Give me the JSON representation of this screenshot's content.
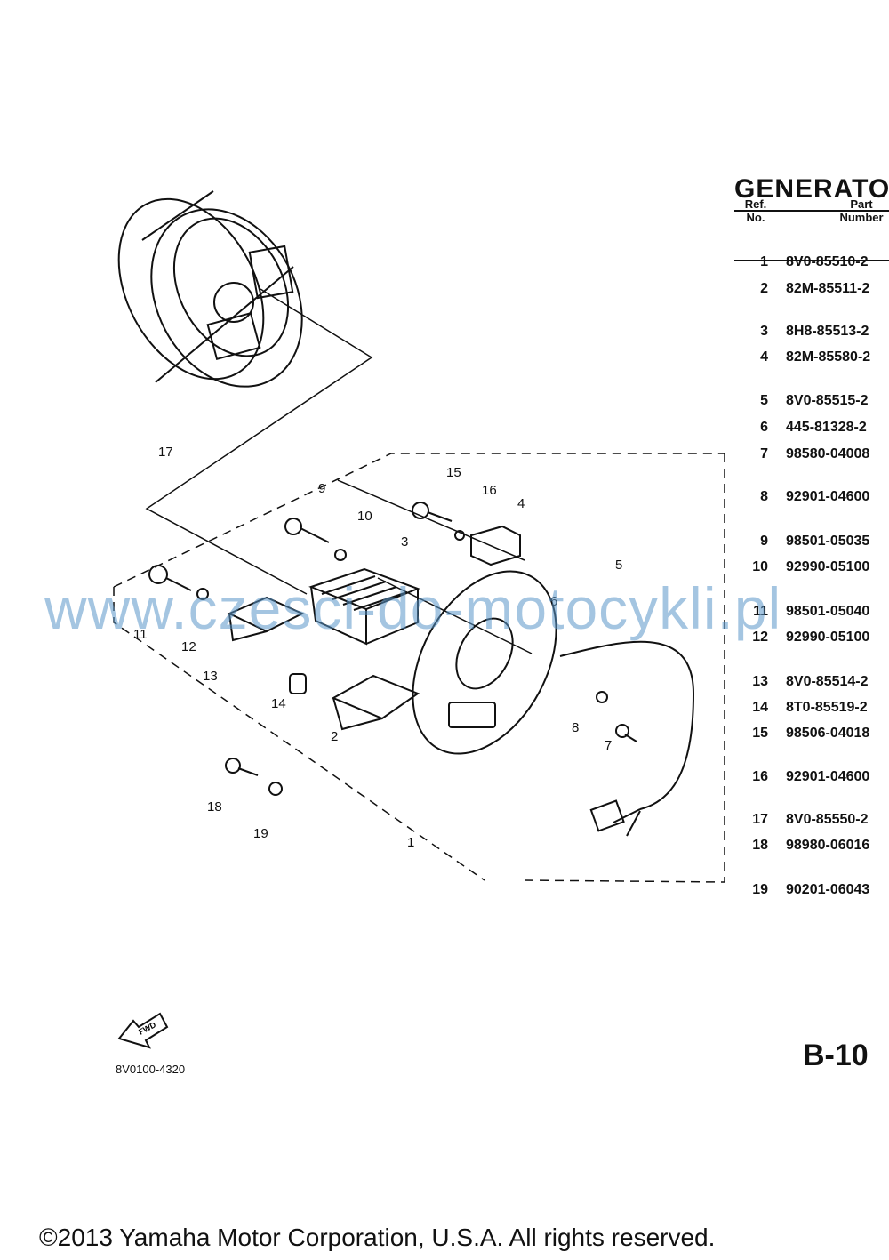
{
  "section_title": "GENERATO",
  "table": {
    "header_ref": [
      "Ref.",
      "No."
    ],
    "header_part": [
      "Part",
      "Number"
    ],
    "rows": [
      {
        "ref": "1",
        "part": "8V0-85510-2"
      },
      {
        "ref": "2",
        "part": "82M-85511-2"
      },
      {
        "ref": "3",
        "part": "8H8-85513-2"
      },
      {
        "ref": "4",
        "part": "82M-85580-2"
      },
      {
        "ref": "5",
        "part": "8V0-85515-2"
      },
      {
        "ref": "6",
        "part": "445-81328-2"
      },
      {
        "ref": "7",
        "part": "98580-04008"
      },
      {
        "ref": "8",
        "part": "92901-04600"
      },
      {
        "ref": "9",
        "part": "98501-05035"
      },
      {
        "ref": "10",
        "part": "92990-05100"
      },
      {
        "ref": "11",
        "part": "98501-05040"
      },
      {
        "ref": "12",
        "part": "92990-05100"
      },
      {
        "ref": "13",
        "part": "8V0-85514-2"
      },
      {
        "ref": "14",
        "part": "8T0-85519-2"
      },
      {
        "ref": "15",
        "part": "98506-04018"
      },
      {
        "ref": "16",
        "part": "92901-04600"
      },
      {
        "ref": "17",
        "part": "8V0-85550-2"
      },
      {
        "ref": "18",
        "part": "98980-06016"
      },
      {
        "ref": "19",
        "part": "90201-06043"
      }
    ]
  },
  "callouts": [
    "1",
    "2",
    "3",
    "4",
    "5",
    "6",
    "7",
    "8",
    "9",
    "10",
    "11",
    "12",
    "13",
    "14",
    "15",
    "16",
    "17",
    "18",
    "19"
  ],
  "fwd_label": "FWD",
  "diagram_code": "8V0100-4320",
  "page_id": "B-10",
  "watermark": "www.czesci-do-motocykli.pl",
  "copyright": "©2013 Yamaha Motor Corporation, U.S.A. All rights reserved."
}
